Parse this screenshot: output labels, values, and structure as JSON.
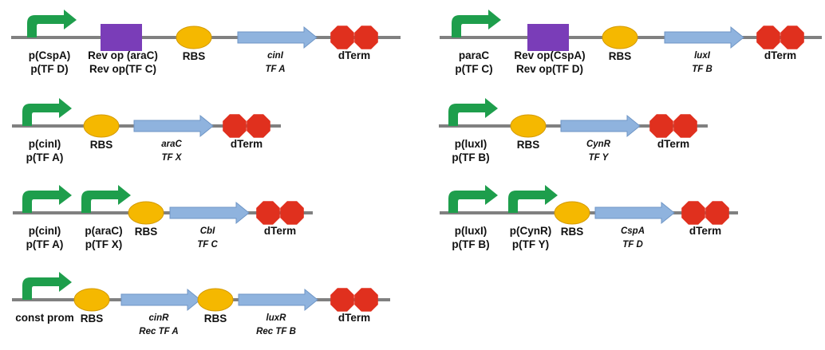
{
  "colors": {
    "backbone": "#808080",
    "promoter": "#1e9e4c",
    "operator": "#7a3db8",
    "rbs": "#f5b800",
    "cds": "#8fb3de",
    "terminator": "#e0301e"
  },
  "constructs": [
    {
      "parts": [
        {
          "type": "promoter",
          "label": [
            "p(CspA)",
            "p(TF D)"
          ]
        },
        {
          "type": "operator",
          "label": [
            "Rev op (araC)",
            "Rev op(TF C)"
          ]
        },
        {
          "type": "rbs",
          "label": [
            "RBS"
          ]
        },
        {
          "type": "cds",
          "label": [
            "cinI",
            "TF A"
          ]
        },
        {
          "type": "terminator",
          "label": [
            "dTerm"
          ]
        }
      ]
    },
    {
      "parts": [
        {
          "type": "promoter",
          "label": [
            "paraC",
            "p(TF C)"
          ]
        },
        {
          "type": "operator",
          "label": [
            "Rev op(CspA)",
            "Rev op(TF D)"
          ]
        },
        {
          "type": "rbs",
          "label": [
            "RBS"
          ]
        },
        {
          "type": "cds",
          "label": [
            "luxI",
            "TF B"
          ]
        },
        {
          "type": "terminator",
          "label": [
            "dTerm"
          ]
        }
      ]
    },
    {
      "parts": [
        {
          "type": "promoter",
          "label": [
            "p(cinI)",
            "p(TF A)"
          ]
        },
        {
          "type": "rbs",
          "label": [
            "RBS"
          ]
        },
        {
          "type": "cds",
          "label": [
            "araC",
            "TF X"
          ]
        },
        {
          "type": "terminator",
          "label": [
            "dTerm"
          ]
        }
      ]
    },
    {
      "parts": [
        {
          "type": "promoter",
          "label": [
            "p(luxI)",
            "p(TF B)"
          ]
        },
        {
          "type": "rbs",
          "label": [
            "RBS"
          ]
        },
        {
          "type": "cds",
          "label": [
            "CynR",
            "TF Y"
          ]
        },
        {
          "type": "terminator",
          "label": [
            "dTerm"
          ]
        }
      ]
    },
    {
      "parts": [
        {
          "type": "promoter",
          "label": [
            "p(cinI)",
            "p(TF A)"
          ]
        },
        {
          "type": "promoter",
          "label": [
            "p(araC)",
            "p(TF X)"
          ]
        },
        {
          "type": "rbs",
          "label": [
            "RBS"
          ]
        },
        {
          "type": "cds",
          "label": [
            "CbI",
            "TF C"
          ]
        },
        {
          "type": "terminator",
          "label": [
            "dTerm"
          ]
        }
      ]
    },
    {
      "parts": [
        {
          "type": "promoter",
          "label": [
            "p(luxI)",
            "p(TF B)"
          ]
        },
        {
          "type": "promoter",
          "label": [
            "p(CynR)",
            "p(TF Y)"
          ]
        },
        {
          "type": "rbs",
          "label": [
            "RBS"
          ]
        },
        {
          "type": "cds",
          "label": [
            "CspA",
            "TF D"
          ]
        },
        {
          "type": "terminator",
          "label": [
            "dTerm"
          ]
        }
      ]
    },
    {
      "parts": [
        {
          "type": "promoter",
          "label": [
            "const prom"
          ]
        },
        {
          "type": "rbs",
          "label": [
            "RBS"
          ]
        },
        {
          "type": "cds",
          "label": [
            "cinR",
            "Rec TF A"
          ]
        },
        {
          "type": "rbs",
          "label": [
            "RBS"
          ]
        },
        {
          "type": "cds",
          "label": [
            "luxR",
            "Rec TF B"
          ]
        },
        {
          "type": "terminator",
          "label": [
            "dTerm"
          ]
        }
      ]
    }
  ]
}
